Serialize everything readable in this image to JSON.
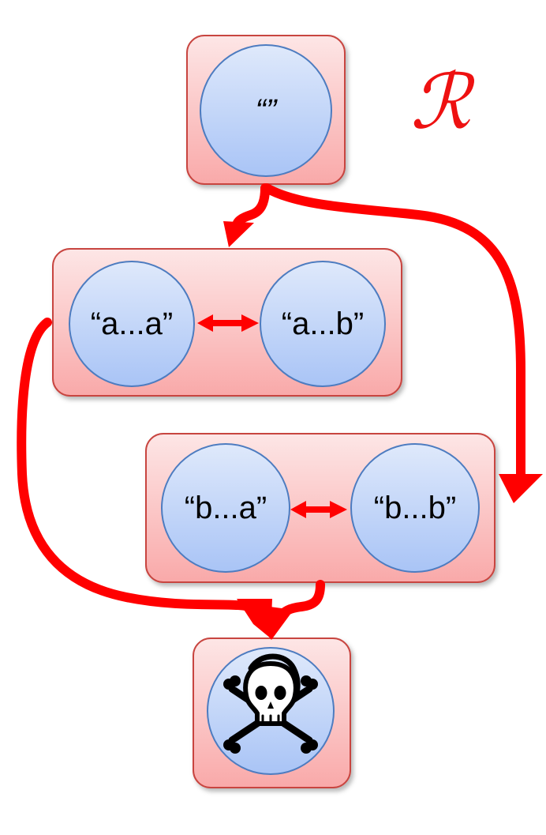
{
  "logo": {
    "text": "ℛ",
    "color": "#ee1111"
  },
  "colors": {
    "arrow": "#ff0000",
    "box_fill_top": "#fde6e6",
    "box_fill_bottom": "#f9a9a9",
    "box_stroke": "#c8453f",
    "circle_fill_top": "#dfe9fb",
    "circle_fill_bottom": "#a9c4f6",
    "circle_stroke": "#4d7cc0"
  },
  "nodes": {
    "empty": {
      "label": "“”"
    },
    "aa": {
      "label": "“a...a”"
    },
    "ab": {
      "label": "“a...b”"
    },
    "ba": {
      "label": "“b...a”"
    },
    "bb": {
      "label": "“b...b”"
    },
    "dead": {
      "icon": "skull-and-crossbones-icon"
    }
  }
}
